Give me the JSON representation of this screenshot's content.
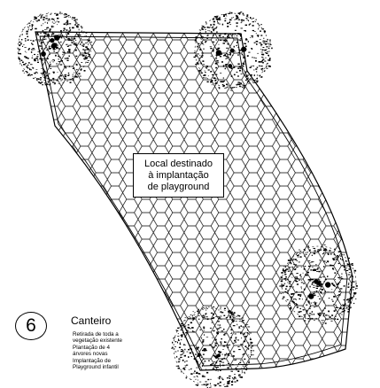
{
  "center_label": {
    "lines": [
      "Local destinado",
      "à implantação",
      "de playground"
    ]
  },
  "legend": {
    "number": "6",
    "title": "Canteiro",
    "notes": [
      "Retirada de toda a",
      "vegetação existente",
      "Plantação de 4",
      "árvores novas",
      "Implantação de",
      "Playground infantil"
    ]
  },
  "colors": {
    "ink": "#000000",
    "background": "#ffffff"
  },
  "icons": {
    "tree": "tree-canopy-icon",
    "paving": "hexagon-paving-pattern"
  }
}
